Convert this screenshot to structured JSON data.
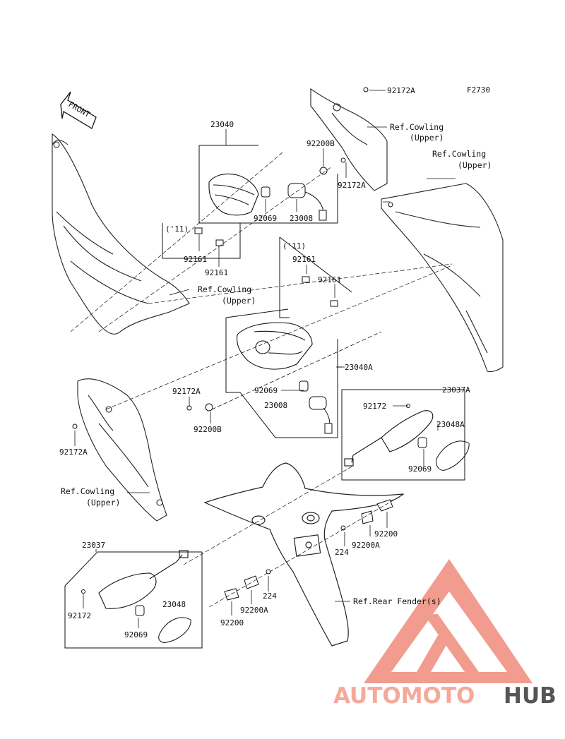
{
  "figure_code": "F2730",
  "front_label": "FRONT",
  "parts": {
    "p23040": "23040",
    "p23040A": "23040A",
    "p23037A": "23037A",
    "p23037": "23037",
    "p23048A": "23048A",
    "p23048": "23048",
    "p23008_top": "23008",
    "p23008_mid": "23008",
    "p92069_top": "92069",
    "p92069_mid": "92069",
    "p92069_right": "92069",
    "p92069_left": "92069",
    "p92200B_top": "92200B",
    "p92200B_mid": "92200B",
    "p92172A_top": "92172A",
    "p92172A_topright": "92172A",
    "p92172A_mid": "92172A",
    "p92172A_left": "92172A",
    "p92172_right": "92172",
    "p92172_left": "92172",
    "p92161_a": "92161",
    "p92161_b": "92161",
    "p92161_c": "92161",
    "p92161_d": "92161",
    "year_a": "('11)",
    "year_b": "('11)",
    "p92200_right": "92200",
    "p92200A_right": "92200A",
    "p224_right": "224",
    "p224_left": "224",
    "p92200A_left": "92200A",
    "p92200_left": "92200"
  },
  "refs": {
    "cowling_tr_1": "Ref.Cowling",
    "cowling_tr_2": "(Upper)",
    "cowling_r_1": "Ref.Cowling",
    "cowling_r_2": "(Upper)",
    "cowling_m_1": "Ref.Cowling",
    "cowling_m_2": "(Upper)",
    "cowling_l_1": "Ref.Cowling",
    "cowling_l_2": "(Upper)",
    "rear_fender": "Ref.Rear Fender(s)"
  },
  "watermark": {
    "part1": "AUTOMOTO",
    "part2": "HUB",
    "color_accent": "#f4a99a",
    "color_dark": "#555555"
  }
}
